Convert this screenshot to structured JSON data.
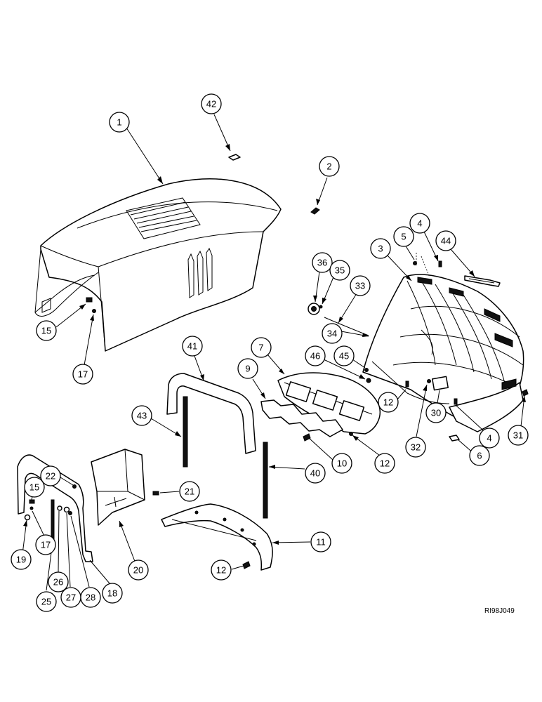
{
  "figure": {
    "reference_code": "RI98J049",
    "callouts": [
      {
        "id": "c1",
        "label": "1"
      },
      {
        "id": "c42",
        "label": "42"
      },
      {
        "id": "c2",
        "label": "2"
      },
      {
        "id": "c3",
        "label": "3"
      },
      {
        "id": "c5",
        "label": "5"
      },
      {
        "id": "c4a",
        "label": "4"
      },
      {
        "id": "c44",
        "label": "44"
      },
      {
        "id": "c36",
        "label": "36"
      },
      {
        "id": "c35",
        "label": "35"
      },
      {
        "id": "c33",
        "label": "33"
      },
      {
        "id": "c34",
        "label": "34"
      },
      {
        "id": "c15a",
        "label": "15"
      },
      {
        "id": "c17a",
        "label": "17"
      },
      {
        "id": "c7",
        "label": "7"
      },
      {
        "id": "c46",
        "label": "46"
      },
      {
        "id": "c45",
        "label": "45"
      },
      {
        "id": "c9",
        "label": "9"
      },
      {
        "id": "c41",
        "label": "41"
      },
      {
        "id": "c43",
        "label": "43"
      },
      {
        "id": "c12a",
        "label": "12"
      },
      {
        "id": "c30",
        "label": "30"
      },
      {
        "id": "c31",
        "label": "31"
      },
      {
        "id": "c32",
        "label": "32"
      },
      {
        "id": "c4b",
        "label": "4"
      },
      {
        "id": "c6",
        "label": "6"
      },
      {
        "id": "c10",
        "label": "10"
      },
      {
        "id": "c12b",
        "label": "12"
      },
      {
        "id": "c40",
        "label": "40"
      },
      {
        "id": "c22",
        "label": "22"
      },
      {
        "id": "c15b",
        "label": "15"
      },
      {
        "id": "c21",
        "label": "21"
      },
      {
        "id": "c19",
        "label": "19"
      },
      {
        "id": "c17b",
        "label": "17"
      },
      {
        "id": "c11",
        "label": "11"
      },
      {
        "id": "c20",
        "label": "20"
      },
      {
        "id": "c12c",
        "label": "12"
      },
      {
        "id": "c26",
        "label": "26"
      },
      {
        "id": "c27",
        "label": "27"
      },
      {
        "id": "c28",
        "label": "28"
      },
      {
        "id": "c18",
        "label": "18"
      },
      {
        "id": "c25",
        "label": "25"
      }
    ]
  }
}
